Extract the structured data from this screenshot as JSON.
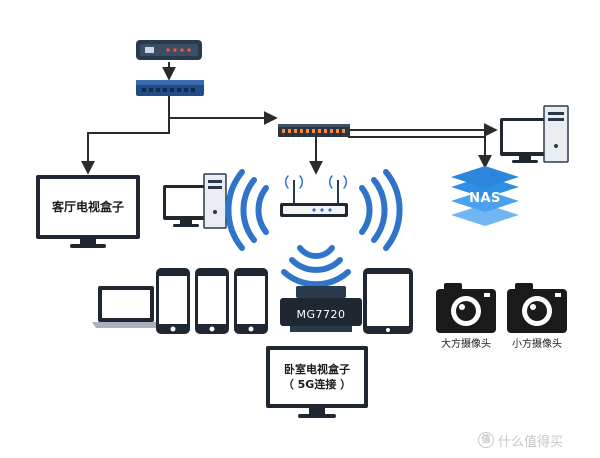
{
  "labels": {
    "living_room_tv_box": "客厅电视盒子",
    "bedroom_tv_box_line1": "卧室电视盒子",
    "bedroom_tv_box_line2": "（ 5G连接 ）",
    "printer_model": "MG7720",
    "nas": "NAS",
    "camera_large": "大方摄像头",
    "camera_small": "小方摄像头"
  },
  "watermark": {
    "text": "什么值得买",
    "logo_glyph": "值"
  },
  "colors": {
    "line": "#2b2b2b",
    "wifi_blue": "#2f74c8",
    "nas_blue": "#2f8fe6",
    "device_dark": "#2a3a4d",
    "screen_dark": "#1f2730",
    "camera": "#1a1a1a",
    "switch_blue": "#1f4c86"
  }
}
